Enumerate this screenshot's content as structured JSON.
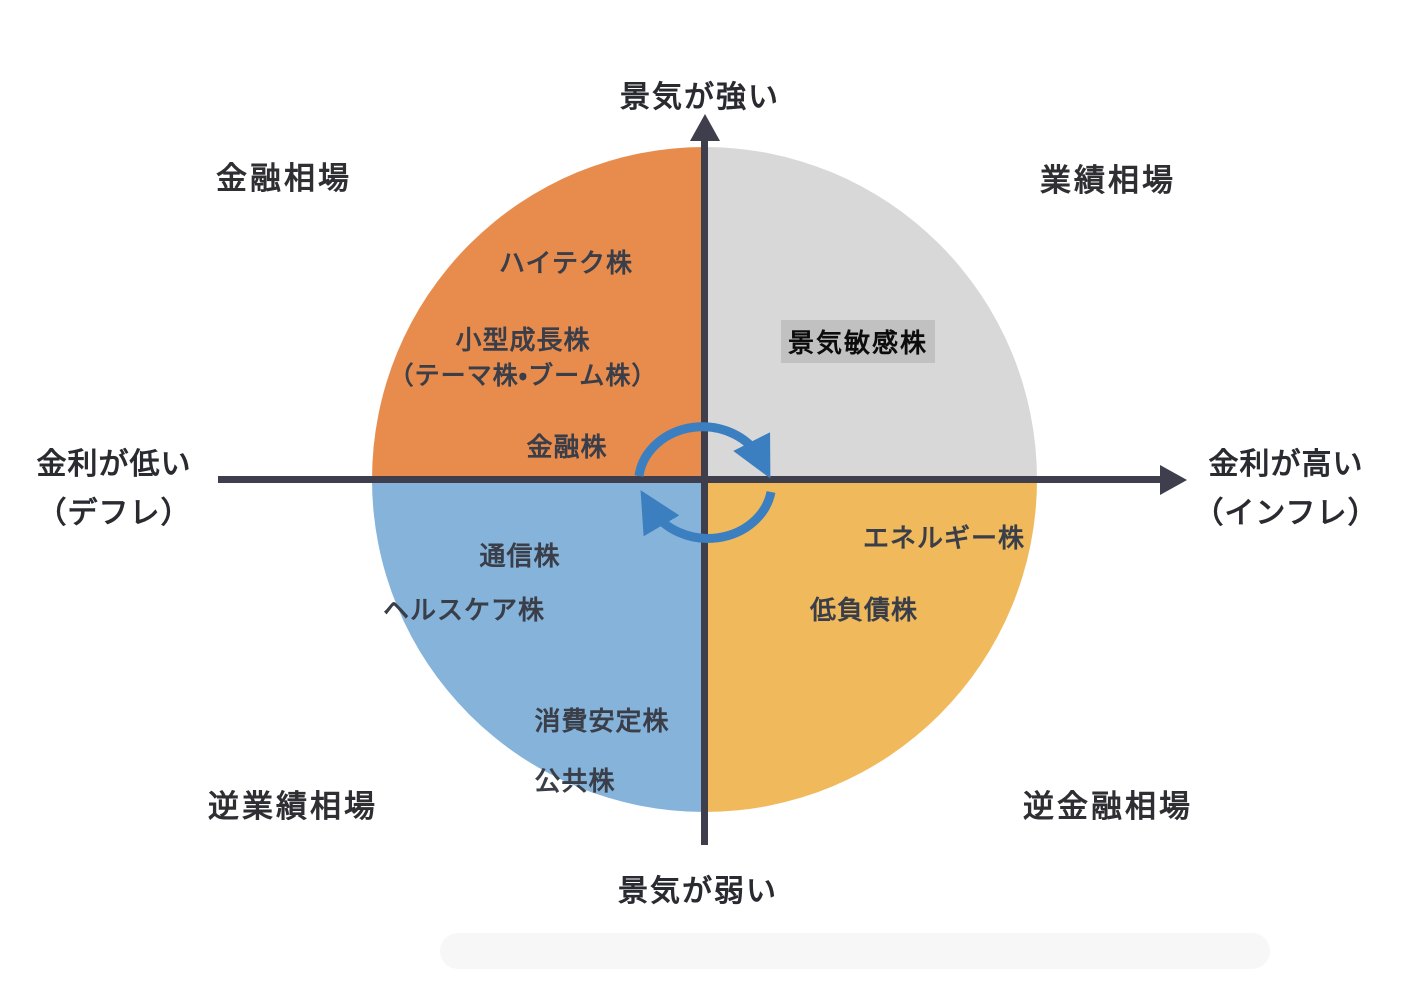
{
  "axis_labels": {
    "top": "景気が強い",
    "bottom": "景気が弱い",
    "left": [
      "金利が低い",
      "（デフレ）"
    ],
    "right": [
      "金利が高い",
      "（インフレ）"
    ]
  },
  "phase_titles": {
    "top_left": "金融相場",
    "top_right": "業績相場",
    "bottom_left": "逆業績相場",
    "bottom_right": "逆金融相場"
  },
  "quadrant_items": {
    "top_left": [
      "ハイテク株",
      "小型成長株",
      "（テーマ株・ブーム株）",
      "金融株"
    ],
    "top_right": [
      "景気敏感株"
    ],
    "bottom_left": [
      "通信株",
      "ヘルスケア株",
      "消費安定株",
      "公共株"
    ],
    "bottom_right": [
      "エネルギー株",
      "低負債株"
    ]
  },
  "colors": {
    "quadrant-top-left": "#E88C4E",
    "quadrant-top-right": "#D8D8D8",
    "quadrant-bottom-left": "#85B3DA",
    "quadrant-bottom-right": "#F0BA5C",
    "axis": "#3E3E4C",
    "cycle-arrow": "#3C7FC0",
    "highlight-bg": "#C1C1C1"
  },
  "icons": {
    "center_cycle": "rotation-arrows-icon"
  }
}
